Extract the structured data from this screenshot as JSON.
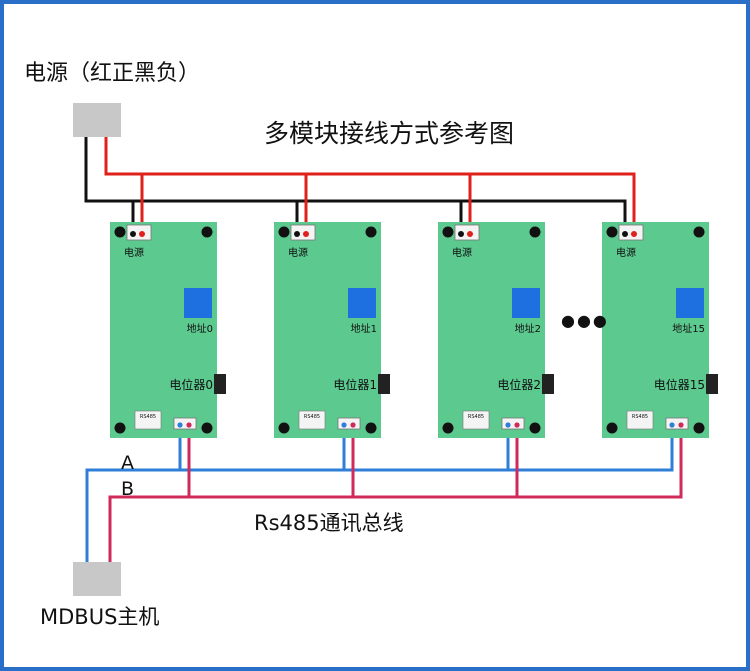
{
  "power_label": "电源（红正黑负）",
  "title": "多模块接线方式参考图",
  "bus_label": "Rs485通讯总线",
  "host_label": "MDBUS主机",
  "line_a": "A",
  "line_b": "B",
  "ellipsis": "●●●",
  "modules": [
    {
      "power": "电源",
      "address": "地址0",
      "pot": "电位器0",
      "rs485": "RS485"
    },
    {
      "power": "电源",
      "address": "地址1",
      "pot": "电位器1",
      "rs485": "RS485"
    },
    {
      "power": "电源",
      "address": "地址2",
      "pot": "电位器2",
      "rs485": "RS485"
    },
    {
      "power": "电源",
      "address": "地址15",
      "pot": "电位器15",
      "rs485": "RS485"
    }
  ],
  "colors": {
    "frame": "#2a6fc7",
    "title": "#1f6fc9",
    "board": "#5cc98f",
    "power_wire": "#e0201b",
    "ground_wire": "#111111",
    "line_a": "#2f7fd8",
    "line_b": "#d02a5a",
    "terminal": "#c8c8c8",
    "address_switch": "#1e6fe0"
  }
}
